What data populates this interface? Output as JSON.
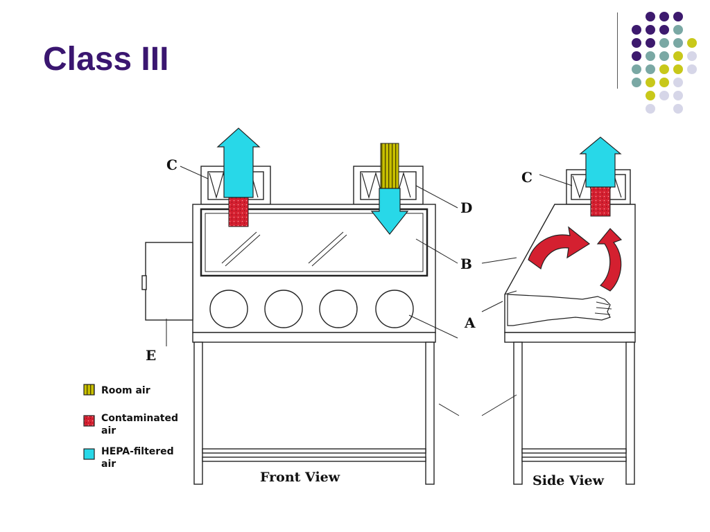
{
  "slide": {
    "title": "Class III"
  },
  "diagram": {
    "front_view_label": "Front View",
    "side_view_label": "Side View",
    "callouts": {
      "a": "A",
      "b": "B",
      "c_front": "C",
      "c_side": "C",
      "d": "D",
      "e": "E"
    }
  },
  "legend": {
    "items": [
      {
        "label_line1": "Room air",
        "label_line2": "",
        "color": "#c8c000"
      },
      {
        "label_line1": "Contaminated",
        "label_line2": "air",
        "color": "#d42030"
      },
      {
        "label_line1": "HEPA-filtered",
        "label_line2": "air",
        "color": "#28d8e8"
      }
    ]
  },
  "colors": {
    "title": "#3a1670",
    "purple_dot": "#3d1a6e",
    "teal_dot": "#7aa8a4",
    "yellow_dot": "#c8c81a",
    "lavender_dot": "#d6d6e8"
  }
}
